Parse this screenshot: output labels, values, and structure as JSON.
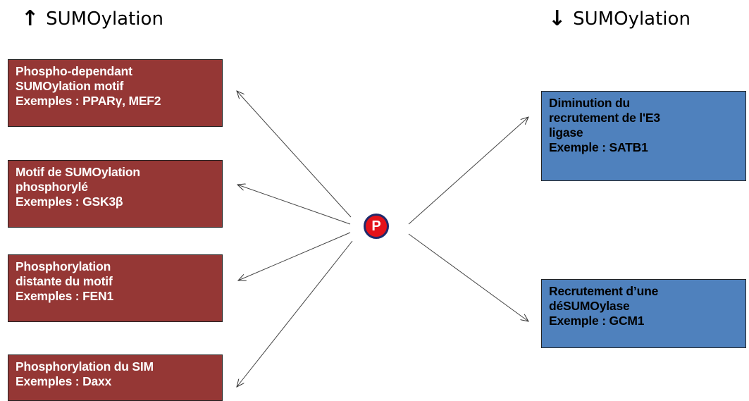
{
  "headings": {
    "up_arrow": "↑",
    "up_label": "SUMOylation",
    "down_arrow": "↓",
    "down_label": "SUMOylation"
  },
  "center_symbol": "P",
  "left_boxes": [
    {
      "lines": [
        "Phospho-dependant",
        "SUMOylation motif",
        "Exemples : PPARγ, MEF2"
      ]
    },
    {
      "lines": [
        "Motif de SUMOylation",
        "phosphorylé",
        "Exemples : GSK3β"
      ]
    },
    {
      "lines": [
        "Phosphorylation",
        "distante du motif",
        "Exemples : FEN1"
      ]
    },
    {
      "lines": [
        "Phosphorylation du SIM",
        "Exemples : Daxx"
      ]
    }
  ],
  "right_boxes": [
    {
      "lines": [
        "Diminution du",
        "recrutement de l'E3",
        "ligase",
        "Exemple : SATB1"
      ]
    },
    {
      "lines": [
        "Recrutement d’une",
        "déSUMOylase",
        "Exemple : GCM1"
      ]
    }
  ],
  "colors": {
    "left_box": "#953735",
    "right_box": "#4f81bd",
    "p_circle": "#e3121a",
    "p_ring": "#1f2a6b"
  }
}
